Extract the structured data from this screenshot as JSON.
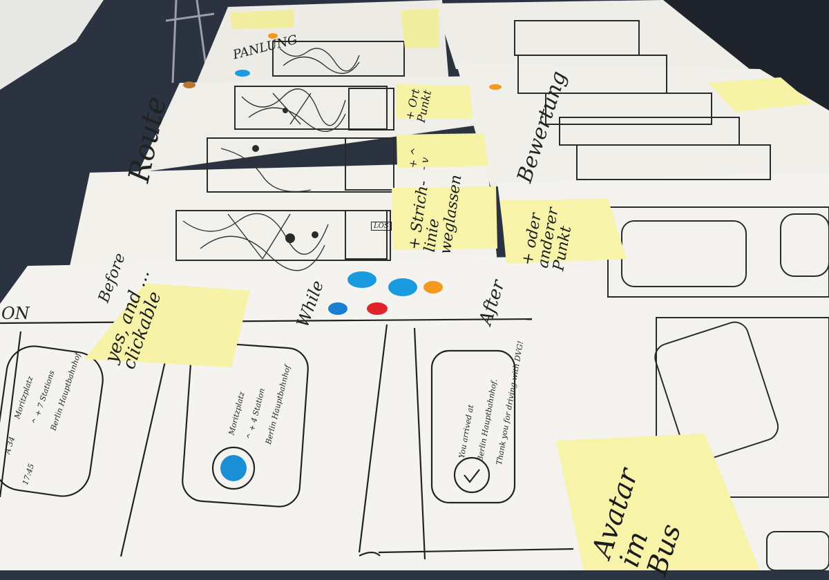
{
  "photo": {
    "subject": "paper prototype sketches with sticky notes on a table",
    "colors": {
      "floor": "#2c3441",
      "paper": "#f3f2ee",
      "sticky": "#f5f3a4",
      "dot_blue": "#1a9be0",
      "dot_orange": "#f39a1e",
      "dot_red": "#e0242b"
    }
  },
  "sheets": {
    "title_left": "Route",
    "title_right": "Bewertung",
    "section_before": "Before",
    "section_while": "While",
    "section_after": "After",
    "edge_text": "ON",
    "title_top": "PANLUNG",
    "los_button": "LOS"
  },
  "phone_screens": {
    "before": {
      "lines": [
        "Moritzplatz",
        "^ + 7 Stations",
        "Berlin Hauptbahnhof"
      ],
      "eta": "17:45",
      "count": "A 34"
    },
    "while": {
      "lines": [
        "Moritzplatz",
        "^ + 4 Station",
        "Berlin Hauptbahnhof"
      ]
    },
    "after": {
      "lines": [
        "You arrived at",
        "Berlin Hauptbahnhof.",
        "Thank you for driving with DVG!"
      ]
    }
  },
  "sticky_notes": [
    {
      "id": "yes-and-clickable",
      "text": "yes, and ...\nclickable"
    },
    {
      "id": "strichlinie-weglassen",
      "text": "+ Strich-\nlinie\nweglassen"
    },
    {
      "id": "oder-anderer-punkt",
      "text": "+ oder\nanderer\nPunkt"
    },
    {
      "id": "avatar-im-bus",
      "text": "Avatar\nim\nBus"
    },
    {
      "id": "ort-punkt",
      "text": "+ Ort\nPunkt"
    },
    {
      "id": "plus-minus",
      "text": "+ ^\n- v"
    }
  ]
}
